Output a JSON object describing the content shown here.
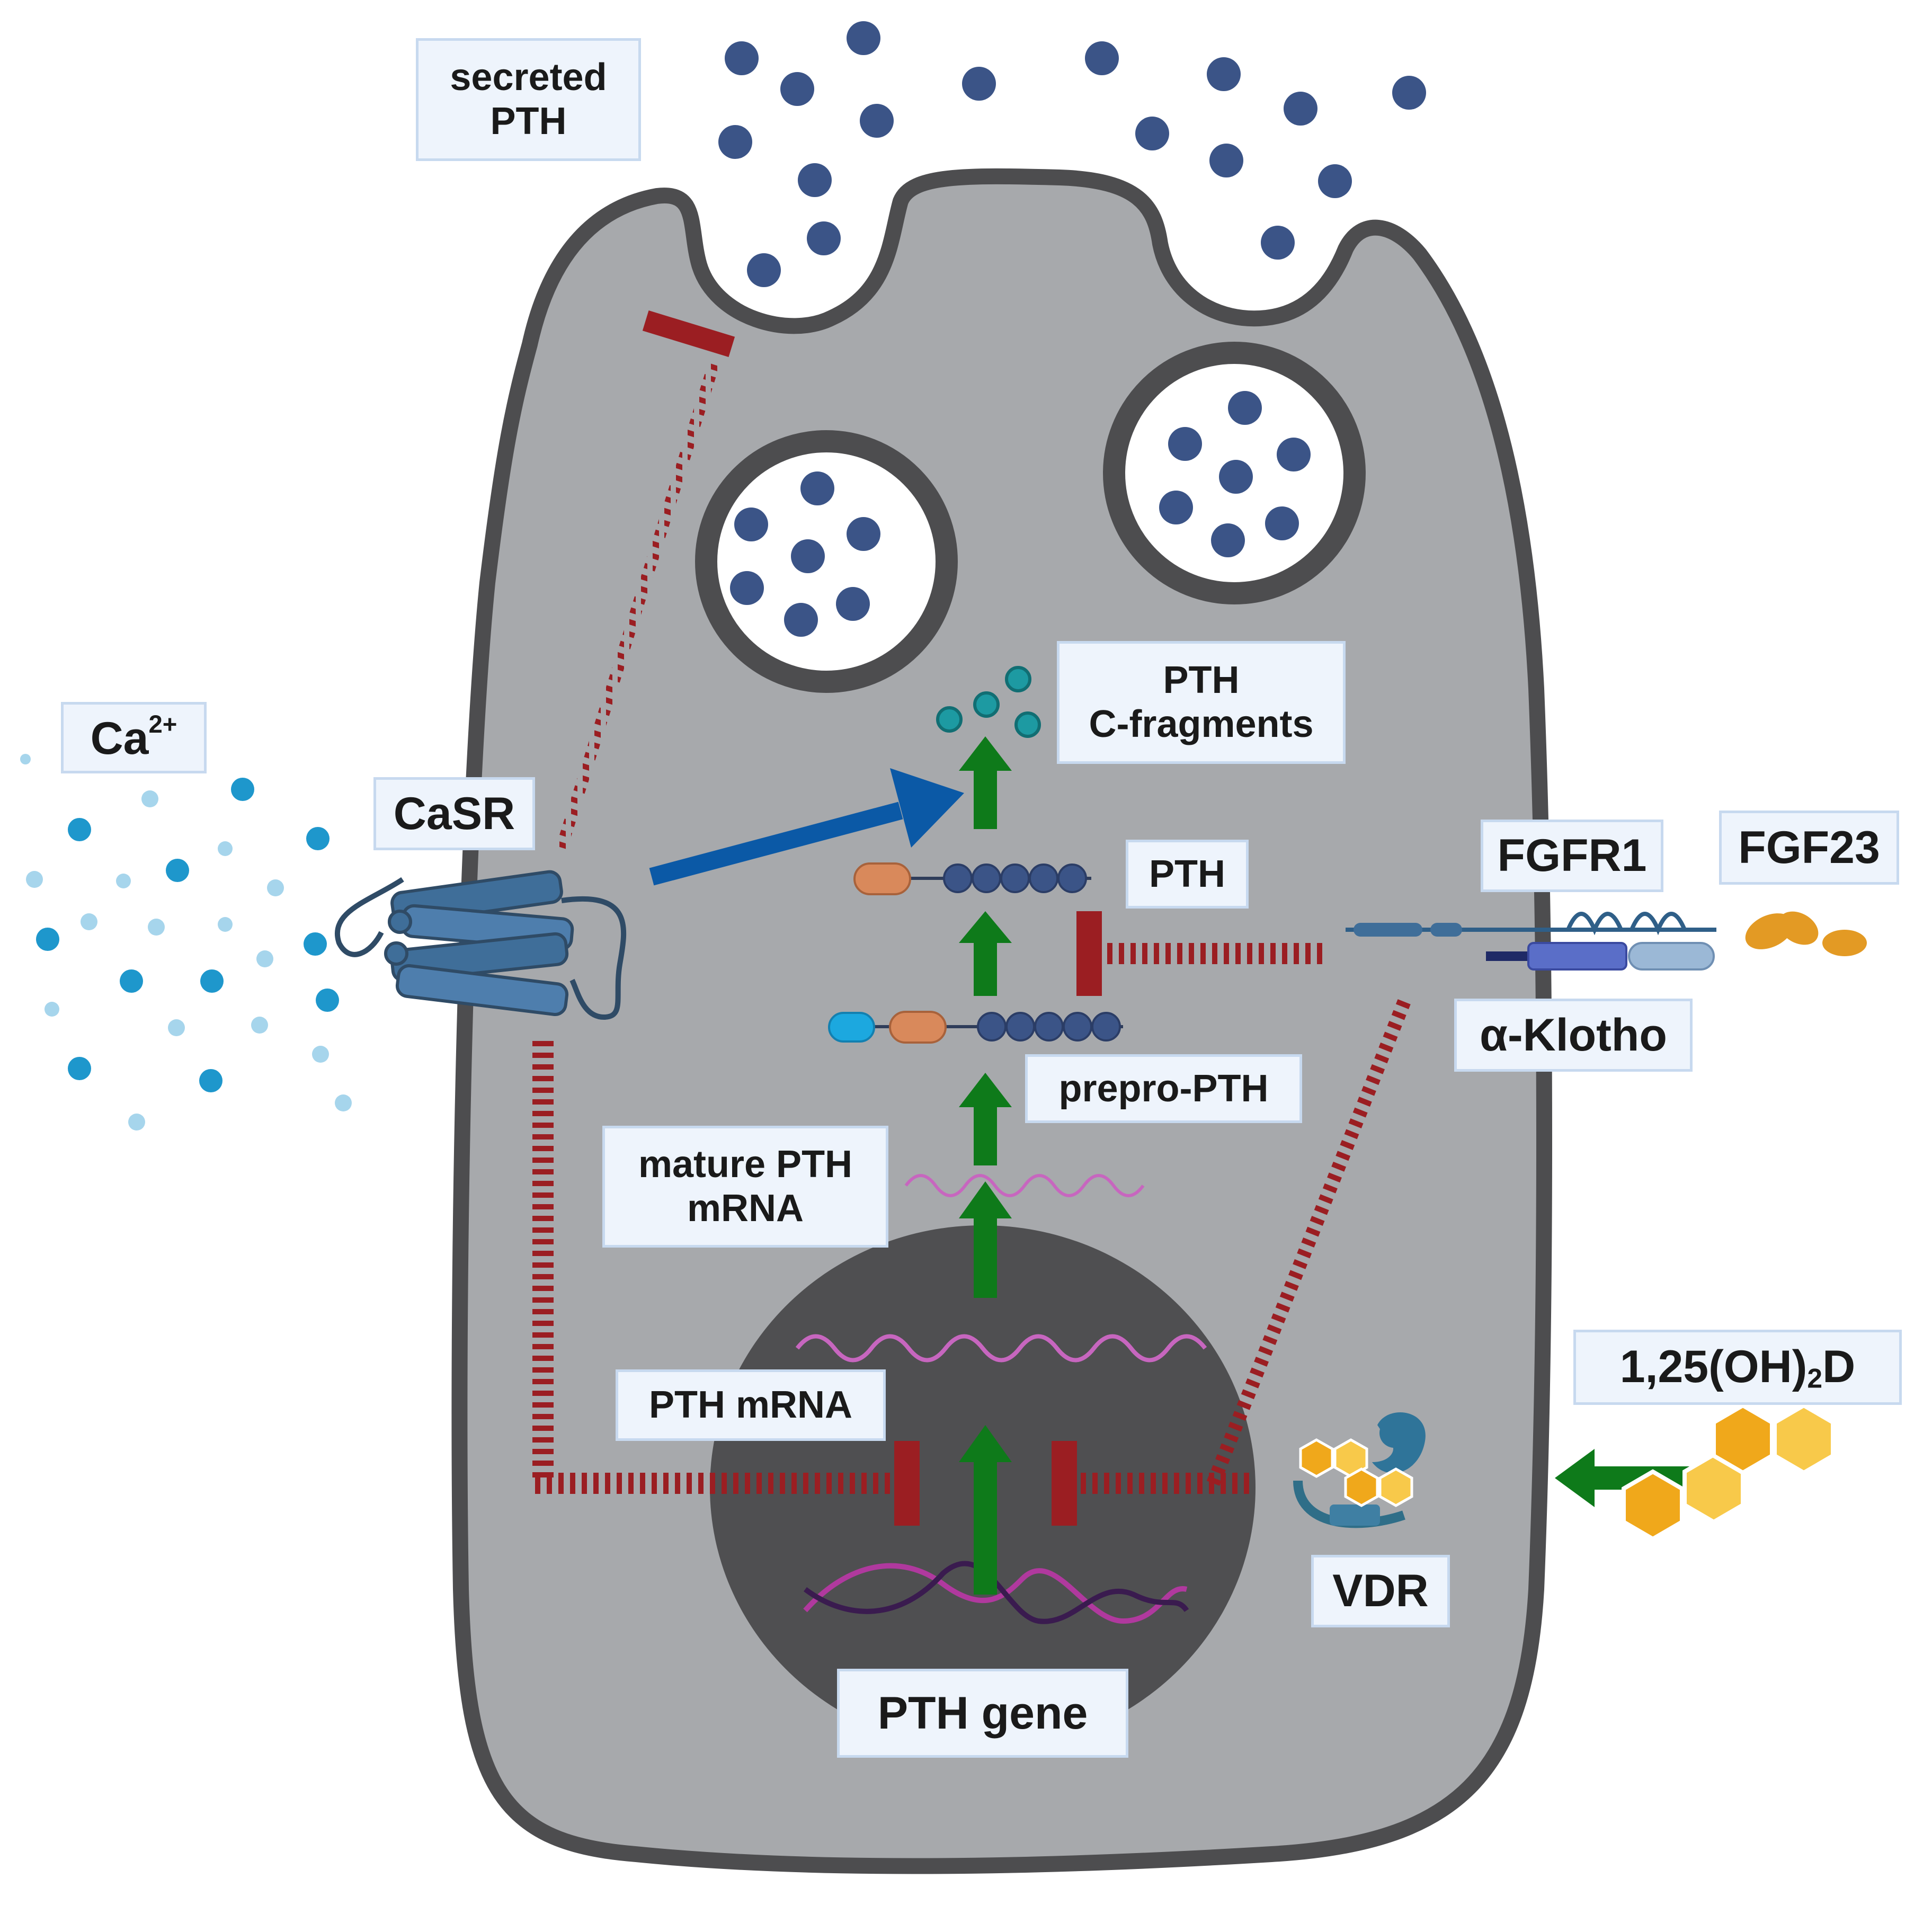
{
  "labels": {
    "secreted_pth": [
      "secreted",
      "PTH"
    ],
    "ca": {
      "base": "Ca",
      "sup": "2+"
    },
    "casr": "CaSR",
    "pth_c_fragments": [
      "PTH",
      "C-fragments"
    ],
    "pth": "PTH",
    "fgfr1": "FGFR1",
    "fgf23": "FGF23",
    "a_klotho": "α-Klotho",
    "prepro_pth": "prepro-PTH",
    "mature_pth_mrna": [
      "mature PTH",
      "mRNA"
    ],
    "pth_mrna": "PTH mRNA",
    "vitamin_d": {
      "pre": "1,25(OH)",
      "sub": "2",
      "post": "D"
    },
    "vdr": "VDR",
    "pth_gene": "PTH gene"
  },
  "colors": {
    "cell_fill": "#a7a9ac",
    "cell_border": "#4d4d4f",
    "nucleus": "#4f4f51",
    "pth_granule": "#3b5487",
    "calcium": "#1e97cc",
    "calcium_light": "#a6d5ec",
    "stimulate_arrow": "#0e7a1a",
    "inhibit": "#9b1e22",
    "casr_arrow": "#0b59a6",
    "receptor": "#3f6e99",
    "fragment": "#1d9aa2",
    "pro_segment": "#d9895b",
    "pre_segment": "#1ca8df",
    "mrna": "#c766bf",
    "dna": "#5a2c6a",
    "fgf23": "#e39a24",
    "vitamin_d": "#f0a81b",
    "klotho": "#5a6ec8"
  }
}
